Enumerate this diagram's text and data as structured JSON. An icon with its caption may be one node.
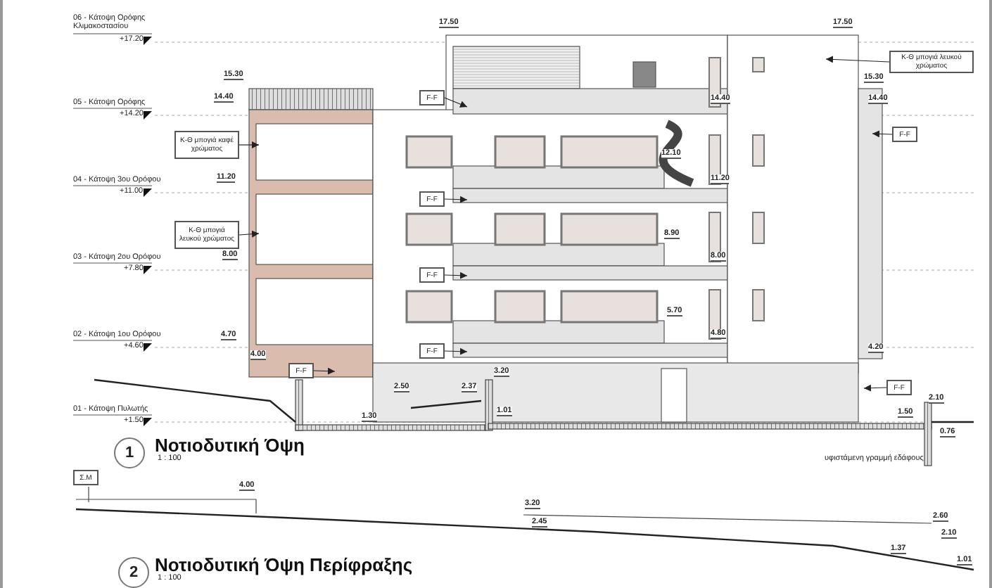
{
  "diagram": {
    "nodes": [
      {
        "text": [
          "F-F"
        ]
      },
      {
        "text": [
          "Κ-Θ μπογιά καφέ χρώματος"
        ]
      },
      {
        "text": [
          "Κ-Θ μπογιά λευκού χρώματος"
        ]
      },
      {
        "text": [
          "F-F"
        ]
      },
      {
        "text": [
          "F-F"
        ]
      },
      {
        "text": [
          "Κ-Θ μπογιά λευκού χρώματος"
        ]
      },
      {
        "text": [
          "F-F"
        ]
      },
      {
        "text": [
          "F-F"
        ]
      },
      {
        "text": [
          "F-F"
        ]
      },
      {
        "text": [
          "F-F"
        ]
      },
      {
        "text": [
          "1"
        ],
        "beside": [
          "Νοτιοδυτική Όψη",
          "1 : 100"
        ]
      },
      {
        "text": [
          "Σ.Μ"
        ]
      },
      {
        "text": [
          "2"
        ],
        "beside": [
          "Νοτιοδυτική Όψη Περίφραξης",
          "1 : 100"
        ]
      }
    ],
    "edges": [
      {
        "from": 0,
        "to": null,
        "arrow": "to"
      },
      {
        "from": 1,
        "to": null,
        "arrow": "to"
      },
      {
        "from": 2,
        "to": null,
        "arrow": "to"
      },
      {
        "from": 3,
        "to": null,
        "arrow": "to"
      },
      {
        "from": 4,
        "to": null,
        "arrow": "to"
      },
      {
        "from": 5,
        "to": null,
        "arrow": "to"
      },
      {
        "from": 6,
        "to": null,
        "arrow": "to"
      },
      {
        "from": 7,
        "to": null,
        "arrow": "to"
      },
      {
        "from": 8,
        "to": null,
        "arrow": "to"
      },
      {
        "from": 9,
        "to": null,
        "arrow": "to"
      }
    ],
    "labels": [
      "06 - Κάτοψη Ορόφης Κλιμακοστασίου",
      "+17.20",
      "17.50",
      "17.50",
      "15.30",
      "15.30",
      "05 - Κάτοψη Ορόφης",
      "14.40",
      "14.40",
      "14.40",
      "+14.20",
      "12.10",
      "04 - Κάτοψη 3ου Ορόφου",
      "11.20",
      "11.20",
      "+11.00",
      "8.90",
      "03 - Κάτοψη 2ου Ορόφου",
      "8.00",
      "8.00",
      "+7.80",
      "5.70",
      "02 - Κάτοψη 1ου Ορόφου",
      "4.70",
      "4.80",
      "+4.60",
      "4.00",
      "4.20",
      "3.20",
      "2.50",
      "2.37",
      "2.10",
      "01 - Κάτοψη Πυλωτής",
      "1.01",
      "1.50",
      "+1.50",
      "1.30",
      "0.76",
      "υφιστάμενη γραμμή εδάφους",
      "4.00",
      "3.20",
      "2.45",
      "2.60",
      "2.10",
      "1.37",
      "1.01"
    ]
  }
}
